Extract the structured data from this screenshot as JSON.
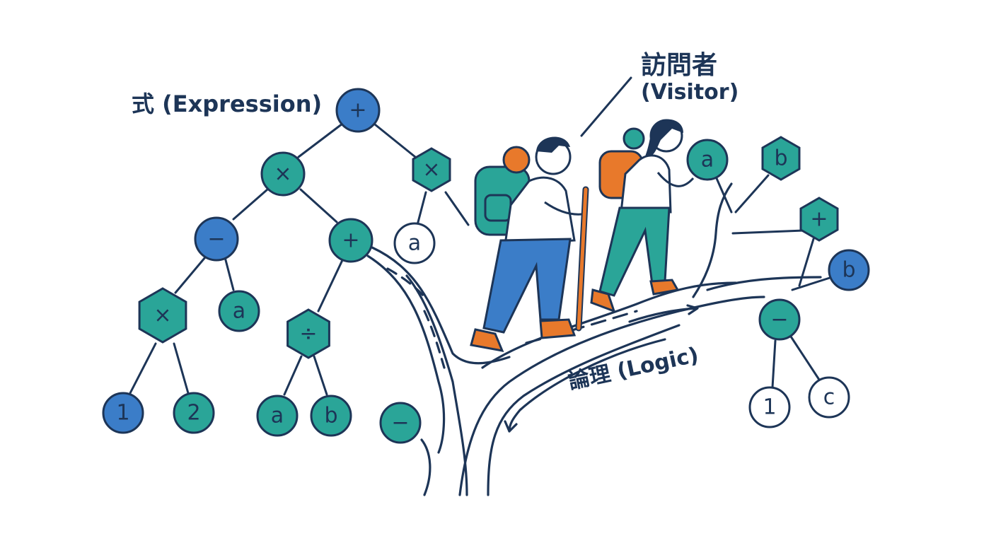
{
  "labels": {
    "expression": "式 (Expression)",
    "visitor_jp": "訪問者",
    "visitor_en": "(Visitor)",
    "logic": "論理 (Logic)"
  },
  "colors": {
    "ink": "#1d3557",
    "blue": "#3b7dc8",
    "teal": "#2aa598",
    "white": "#ffffff",
    "orange": "#e8792b"
  },
  "nodes": [
    {
      "id": "root",
      "symbol": "+",
      "shape": "circle",
      "fill": "blue"
    },
    {
      "id": "times-l",
      "symbol": "×",
      "shape": "circle",
      "fill": "teal"
    },
    {
      "id": "times-r",
      "symbol": "×",
      "shape": "hexagon",
      "fill": "teal"
    },
    {
      "id": "minus-1",
      "symbol": "−",
      "shape": "circle",
      "fill": "blue"
    },
    {
      "id": "plus-2",
      "symbol": "+",
      "shape": "circle",
      "fill": "teal"
    },
    {
      "id": "a-white-1",
      "symbol": "a",
      "shape": "circle",
      "fill": "white"
    },
    {
      "id": "times-hex-2",
      "symbol": "×",
      "shape": "hexagon",
      "fill": "teal"
    },
    {
      "id": "a-teal-1",
      "symbol": "a",
      "shape": "circle",
      "fill": "teal"
    },
    {
      "id": "div-hex",
      "symbol": "÷",
      "shape": "hexagon",
      "fill": "teal"
    },
    {
      "id": "one-blue",
      "symbol": "1",
      "shape": "circle",
      "fill": "blue"
    },
    {
      "id": "two-teal",
      "symbol": "2",
      "shape": "circle",
      "fill": "teal"
    },
    {
      "id": "a-teal-2",
      "symbol": "a",
      "shape": "circle",
      "fill": "teal"
    },
    {
      "id": "b-teal-1",
      "symbol": "b",
      "shape": "circle",
      "fill": "teal"
    },
    {
      "id": "minus-low",
      "symbol": "−",
      "shape": "circle",
      "fill": "teal"
    },
    {
      "id": "a-held",
      "symbol": "a",
      "shape": "circle",
      "fill": "teal"
    },
    {
      "id": "b-hex-top",
      "symbol": "b",
      "shape": "hexagon",
      "fill": "teal"
    },
    {
      "id": "plus-hex-r",
      "symbol": "+",
      "shape": "hexagon",
      "fill": "teal"
    },
    {
      "id": "b-blue-r",
      "symbol": "b",
      "shape": "circle",
      "fill": "blue"
    },
    {
      "id": "minus-r",
      "symbol": "−",
      "shape": "circle",
      "fill": "teal"
    },
    {
      "id": "one-white",
      "symbol": "1",
      "shape": "circle",
      "fill": "white"
    },
    {
      "id": "c-white",
      "symbol": "c",
      "shape": "circle",
      "fill": "white"
    }
  ],
  "hikers": [
    {
      "name": "male-hiker",
      "pack_color": "teal"
    },
    {
      "name": "female-hiker",
      "pack_color": "orange"
    }
  ]
}
